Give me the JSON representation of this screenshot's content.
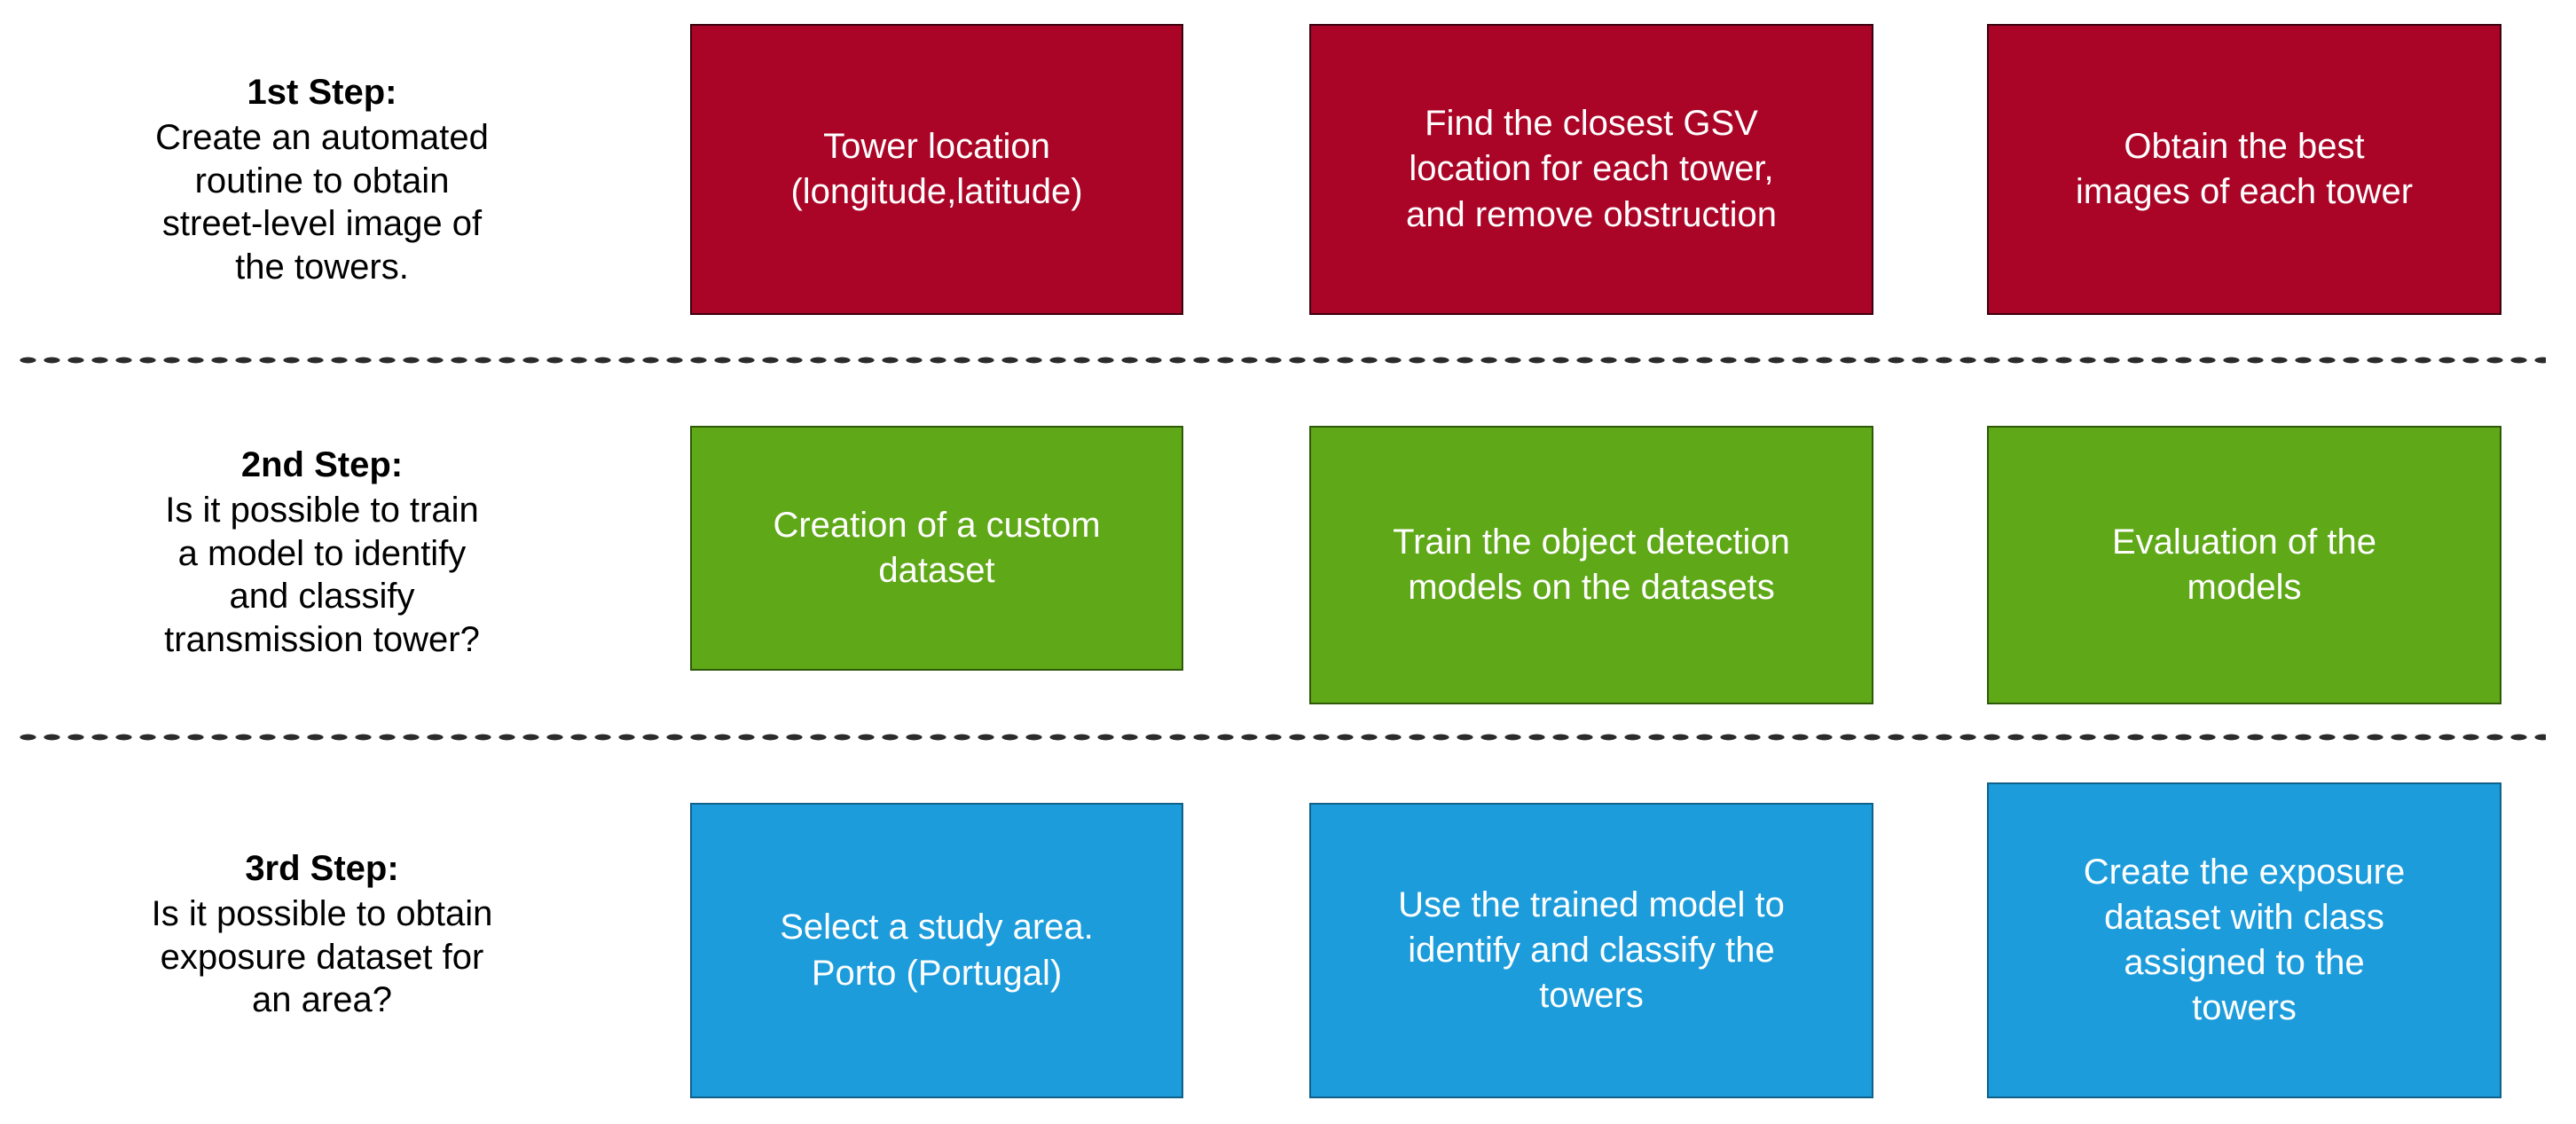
{
  "diagram": {
    "type": "three-step-methodology-flowchart",
    "colors": {
      "step1_red": "#AA0426",
      "step2_green": "#5FA818",
      "step3_blue": "#1C9CDB",
      "text_on_box": "#FFFFFF",
      "label_text": "#000000",
      "divider_dots": "#2B2B2B",
      "background": "#FFFFFF"
    },
    "rows": [
      {
        "id": "step-1",
        "label": {
          "title": "1st Step:",
          "description": "Create an automated\nroutine to obtain\nstreet-level image of\nthe towers."
        },
        "boxes": [
          {
            "id": "step1-box1",
            "text": "Tower location\n(longitude,latitude)"
          },
          {
            "id": "step1-box2",
            "text": "Find the closest GSV\nlocation for each tower,\nand remove obstruction"
          },
          {
            "id": "step1-box3",
            "text": "Obtain the best\nimages of each tower"
          }
        ]
      },
      {
        "id": "step-2",
        "label": {
          "title": "2nd Step:",
          "description": "Is it possible to train\na model to identify\nand classify\ntransmission tower?"
        },
        "boxes": [
          {
            "id": "step2-box1",
            "text": "Creation of a custom\ndataset"
          },
          {
            "id": "step2-box2",
            "text": "Train the object detection\nmodels on the datasets"
          },
          {
            "id": "step2-box3",
            "text": "Evaluation of the\nmodels"
          }
        ]
      },
      {
        "id": "step-3",
        "label": {
          "title": "3rd Step:",
          "description": "Is it possible to obtain\nexposure dataset for\nan area?"
        },
        "boxes": [
          {
            "id": "step3-box1",
            "text": "Select a study area.\nPorto (Portugal)"
          },
          {
            "id": "step3-box2",
            "text": "Use the trained model to\nidentify and classify the\ntowers"
          },
          {
            "id": "step3-box3",
            "text": "Create the exposure\ndataset with class\nassigned to the\ntowers"
          }
        ]
      }
    ]
  }
}
